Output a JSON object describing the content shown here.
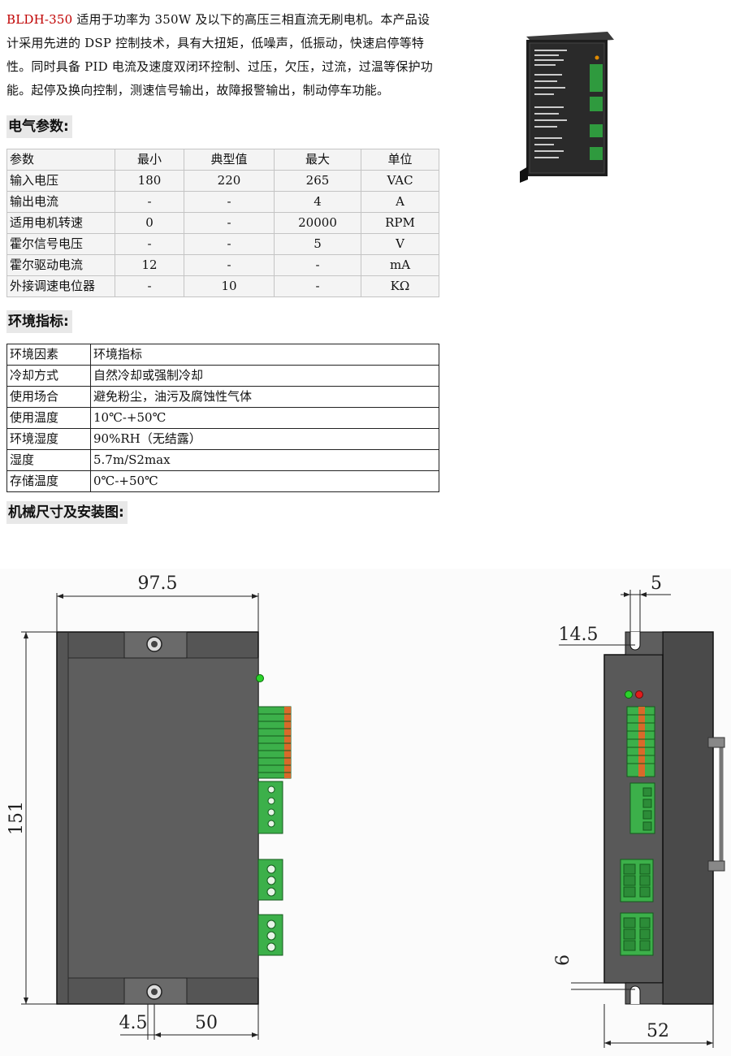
{
  "intro": {
    "model": "BLDH-350",
    "text": " 适用于功率为 350W 及以下的高压三相直流无刷电机。本产品设计采用先进的 DSP 控制技术，具有大扭矩，低噪声，低振动，快速启停等特性。同时具备 PID 电流及速度双闭环控制、过压，欠压，过流，过温等保护功能。起停及换向控制，测速信号输出，故障报警输出，制动停车功能。"
  },
  "headings": {
    "electrical": "电气参数:",
    "environment": "环境指标:",
    "mechanical": "机械尺寸及安装图:"
  },
  "electrical_table": {
    "header": [
      "参数",
      "最小",
      "典型值",
      "最大",
      "单位"
    ],
    "rows": [
      [
        "输入电压",
        "180",
        "220",
        "265",
        "VAC"
      ],
      [
        "输出电流",
        "-",
        "-",
        "4",
        "A"
      ],
      [
        "适用电机转速",
        "0",
        "-",
        "20000",
        "RPM"
      ],
      [
        "霍尔信号电压",
        "-",
        "-",
        "5",
        "V"
      ],
      [
        "霍尔驱动电流",
        "12",
        "-",
        "-",
        "mA"
      ],
      [
        "外接调速电位器",
        "-",
        "10",
        "-",
        "KΩ"
      ]
    ]
  },
  "environment_table": {
    "rows": [
      [
        "环境因素",
        "环境指标"
      ],
      [
        "冷却方式",
        "自然冷却或强制冷却"
      ],
      [
        "使用场合",
        "避免粉尘，油污及腐蚀性气体"
      ],
      [
        "使用温度",
        "10℃-+50℃"
      ],
      [
        "环境湿度",
        "90%RH（无结露）"
      ],
      [
        "湿度",
        "5.7m/S2max"
      ],
      [
        "存储温度",
        "0℃-+50℃"
      ]
    ]
  },
  "dimensions": {
    "width": "97.5",
    "height": "151",
    "hole_offset": "4.5",
    "hole_spacing": "50",
    "side_slot": "5",
    "side_offset": "14.5",
    "side_bottom": "6",
    "side_depth": "52"
  },
  "colors": {
    "model_text": "#c00000",
    "heading_bg": "#e8e8e8",
    "housing": "#5a5a5a",
    "terminal_green": "#3cb04a"
  }
}
